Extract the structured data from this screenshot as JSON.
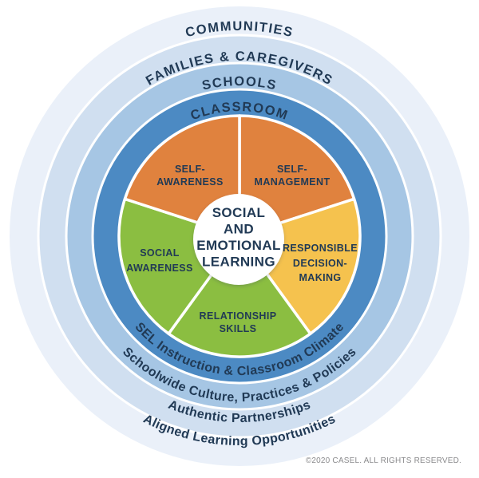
{
  "diagram": {
    "name": "SEL framework wheel",
    "center": {
      "lines": [
        "SOCIAL",
        "AND",
        "EMOTIONAL",
        "LEARNING"
      ],
      "color": "#FFFFFF"
    },
    "competencies": [
      {
        "name": "SELF-AWARENESS",
        "lines": [
          "SELF-",
          "AWARENESS"
        ],
        "color": "#E0823E"
      },
      {
        "name": "SELF-MANAGEMENT",
        "lines": [
          "SELF-",
          "MANAGEMENT"
        ],
        "color": "#E0823E"
      },
      {
        "name": "RESPONSIBLE DECISION-MAKING",
        "lines": [
          "RESPONSIBLE",
          "DECISION-",
          "MAKING"
        ],
        "color": "#F5C24E"
      },
      {
        "name": "RELATIONSHIP SKILLS",
        "lines": [
          "RELATIONSHIP",
          "SKILLS"
        ],
        "color": "#8BBE41"
      },
      {
        "name": "SOCIAL AWARENESS",
        "lines": [
          "SOCIAL",
          "AWARENESS"
        ],
        "color": "#8BBE41"
      }
    ],
    "rings": [
      {
        "label": "CLASSROOM",
        "bottom_label": "SEL Instruction & Classroom Climate",
        "color": "#4C8AC3"
      },
      {
        "label": "SCHOOLS",
        "bottom_label": "Schoolwide Culture, Practices & Policies",
        "color": "#A6C6E4"
      },
      {
        "label": "FAMILIES & CAREGIVERS",
        "bottom_label": "Authentic Partnerships",
        "color": "#D0DFF0"
      },
      {
        "label": "COMMUNITIES",
        "bottom_label": "Aligned Learning Opportunities",
        "color": "#EAF0F9"
      }
    ],
    "colors": {
      "text_navy": "#213A55",
      "copyright_gray": "#8B8B8D",
      "background": "#FFFFFF"
    }
  },
  "footer": {
    "copyright": "©2020 CASEL. ALL RIGHTS RESERVED."
  }
}
